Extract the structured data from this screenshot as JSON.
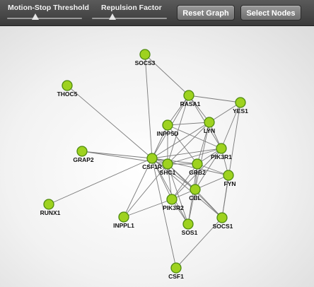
{
  "toolbar": {
    "motion_stop_label": "Motion-Stop Threshold",
    "motion_stop_value": 0.38,
    "repulsion_label": "Repulsion Factor",
    "repulsion_value": 0.27,
    "reset_button_label": "Reset Graph",
    "select_button_label": "Select Nodes"
  },
  "graph": {
    "colors": {
      "node_fill": "#9ed21f",
      "node_stroke": "#4f8a10",
      "edge": "#7a7a7a"
    },
    "nodes": [
      {
        "id": "SOCS3"
      },
      {
        "id": "THOC5"
      },
      {
        "id": "RASA1"
      },
      {
        "id": "YES1"
      },
      {
        "id": "INPP5D"
      },
      {
        "id": "LYN"
      },
      {
        "id": "PIK3R1"
      },
      {
        "id": "GRAP2"
      },
      {
        "id": "CSF1R"
      },
      {
        "id": "SHC1"
      },
      {
        "id": "GRB2"
      },
      {
        "id": "FYN"
      },
      {
        "id": "CBL"
      },
      {
        "id": "RUNX1"
      },
      {
        "id": "PIK3R2"
      },
      {
        "id": "INPPL1"
      },
      {
        "id": "SOS1"
      },
      {
        "id": "SOCS1"
      },
      {
        "id": "CSF1"
      }
    ],
    "edges": [
      [
        "SOCS3",
        "CSF1R"
      ],
      [
        "SOCS3",
        "RASA1"
      ],
      [
        "THOC5",
        "CSF1R"
      ],
      [
        "RASA1",
        "YES1"
      ],
      [
        "RASA1",
        "LYN"
      ],
      [
        "RASA1",
        "INPP5D"
      ],
      [
        "RASA1",
        "PIK3R1"
      ],
      [
        "RASA1",
        "CSF1R"
      ],
      [
        "RASA1",
        "SHC1"
      ],
      [
        "YES1",
        "LYN"
      ],
      [
        "YES1",
        "PIK3R1"
      ],
      [
        "YES1",
        "SOCS1"
      ],
      [
        "INPP5D",
        "LYN"
      ],
      [
        "INPP5D",
        "CSF1R"
      ],
      [
        "INPP5D",
        "SHC1"
      ],
      [
        "INPP5D",
        "GRB2"
      ],
      [
        "INPP5D",
        "PIK3R1"
      ],
      [
        "LYN",
        "PIK3R1"
      ],
      [
        "LYN",
        "CSF1R"
      ],
      [
        "LYN",
        "SHC1"
      ],
      [
        "LYN",
        "GRB2"
      ],
      [
        "LYN",
        "CBL"
      ],
      [
        "PIK3R1",
        "CSF1R"
      ],
      [
        "PIK3R1",
        "SHC1"
      ],
      [
        "PIK3R1",
        "GRB2"
      ],
      [
        "PIK3R1",
        "CBL"
      ],
      [
        "PIK3R1",
        "PIK3R2"
      ],
      [
        "PIK3R1",
        "FYN"
      ],
      [
        "GRAP2",
        "CSF1R"
      ],
      [
        "GRAP2",
        "SHC1"
      ],
      [
        "CSF1R",
        "SHC1"
      ],
      [
        "CSF1R",
        "GRB2"
      ],
      [
        "CSF1R",
        "CBL"
      ],
      [
        "CSF1R",
        "PIK3R2"
      ],
      [
        "CSF1R",
        "RUNX1"
      ],
      [
        "CSF1R",
        "INPPL1"
      ],
      [
        "CSF1R",
        "SOS1"
      ],
      [
        "CSF1R",
        "SOCS1"
      ],
      [
        "CSF1R",
        "CSF1"
      ],
      [
        "CSF1R",
        "FYN"
      ],
      [
        "SHC1",
        "GRB2"
      ],
      [
        "SHC1",
        "CBL"
      ],
      [
        "SHC1",
        "PIK3R2"
      ],
      [
        "SHC1",
        "INPPL1"
      ],
      [
        "SHC1",
        "SOS1"
      ],
      [
        "SHC1",
        "SOCS1"
      ],
      [
        "GRB2",
        "FYN"
      ],
      [
        "GRB2",
        "CBL"
      ],
      [
        "GRB2",
        "SOS1"
      ],
      [
        "GRB2",
        "PIK3R2"
      ],
      [
        "FYN",
        "CBL"
      ],
      [
        "FYN",
        "SOCS1"
      ],
      [
        "CBL",
        "PIK3R2"
      ],
      [
        "CBL",
        "SOCS1"
      ],
      [
        "CBL",
        "SOS1"
      ],
      [
        "PIK3R2",
        "INPPL1"
      ],
      [
        "PIK3R2",
        "SOS1"
      ],
      [
        "SOCS1",
        "CSF1"
      ]
    ]
  }
}
